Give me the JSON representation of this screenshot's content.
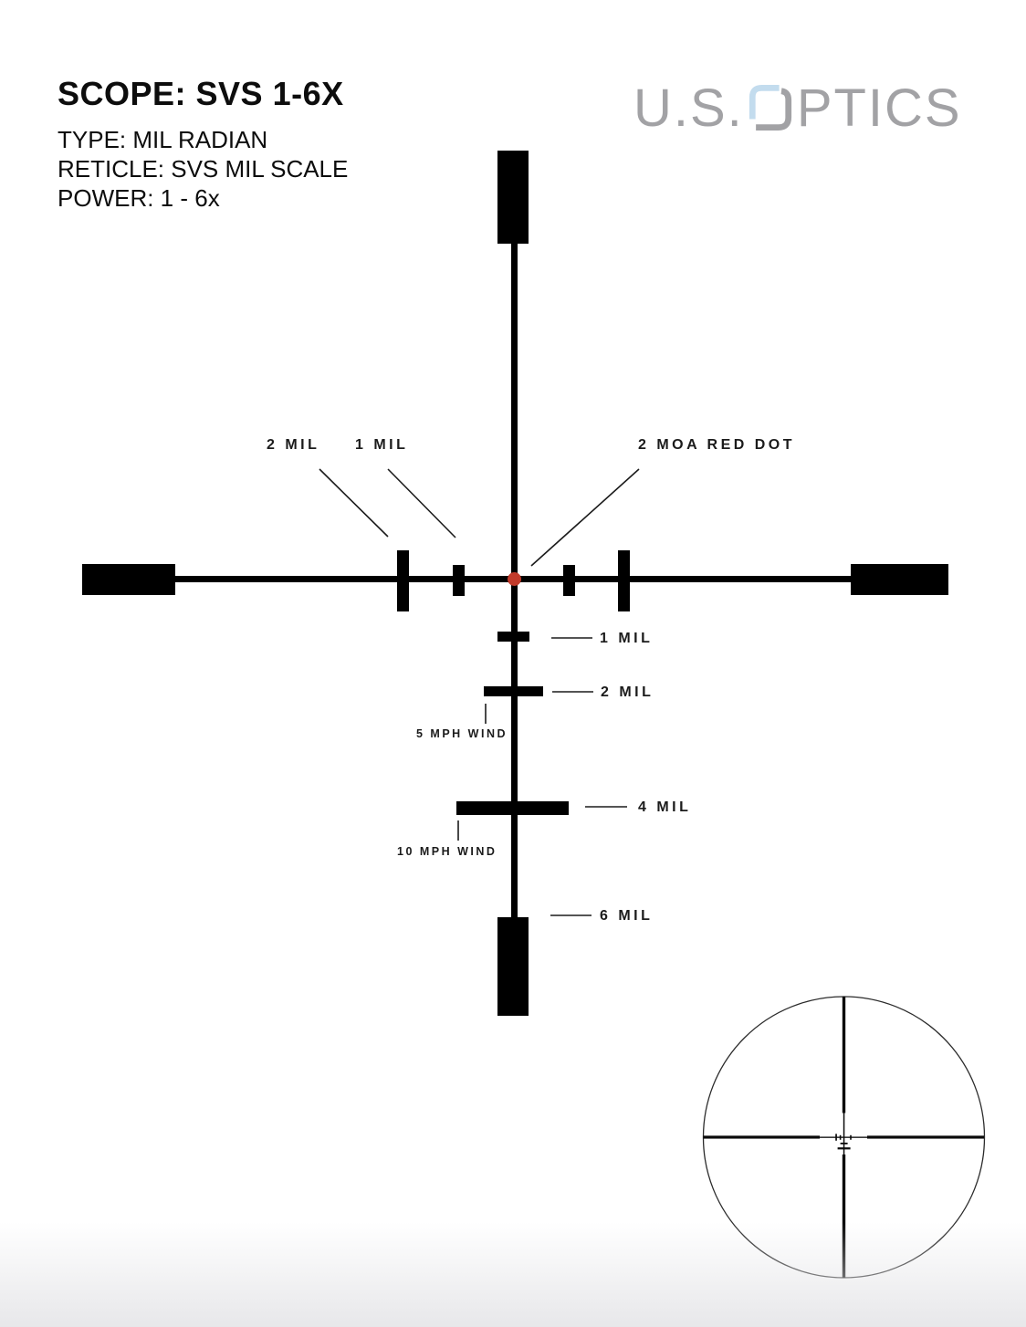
{
  "header": {
    "scope": "SCOPE: SVS 1-6X",
    "type": "TYPE: MIL RADIAN",
    "reticle": "RETICLE: SVS MIL SCALE",
    "power": "POWER: 1 - 6x"
  },
  "logo": {
    "brand": "U.S. OPTICS",
    "prefix": "U.S.",
    "rest": "PTICS"
  },
  "annotations": {
    "upper_2mil": "2 MIL",
    "upper_1mil": "1 MIL",
    "red_dot": "2 MOA RED DOT",
    "drop_1mil": "1 MIL",
    "drop_2mil": "2 MIL",
    "wind_5mph": "5 MPH WIND",
    "drop_4mil": "4 MIL",
    "wind_10mph": "10 MPH WIND",
    "drop_6mil": "6 MIL"
  },
  "colors": {
    "ink": "#1b1b1b",
    "red_dot": "#c23b2b",
    "logo_gray": "#a2a2a5",
    "logo_blue": "#c3dcee"
  }
}
